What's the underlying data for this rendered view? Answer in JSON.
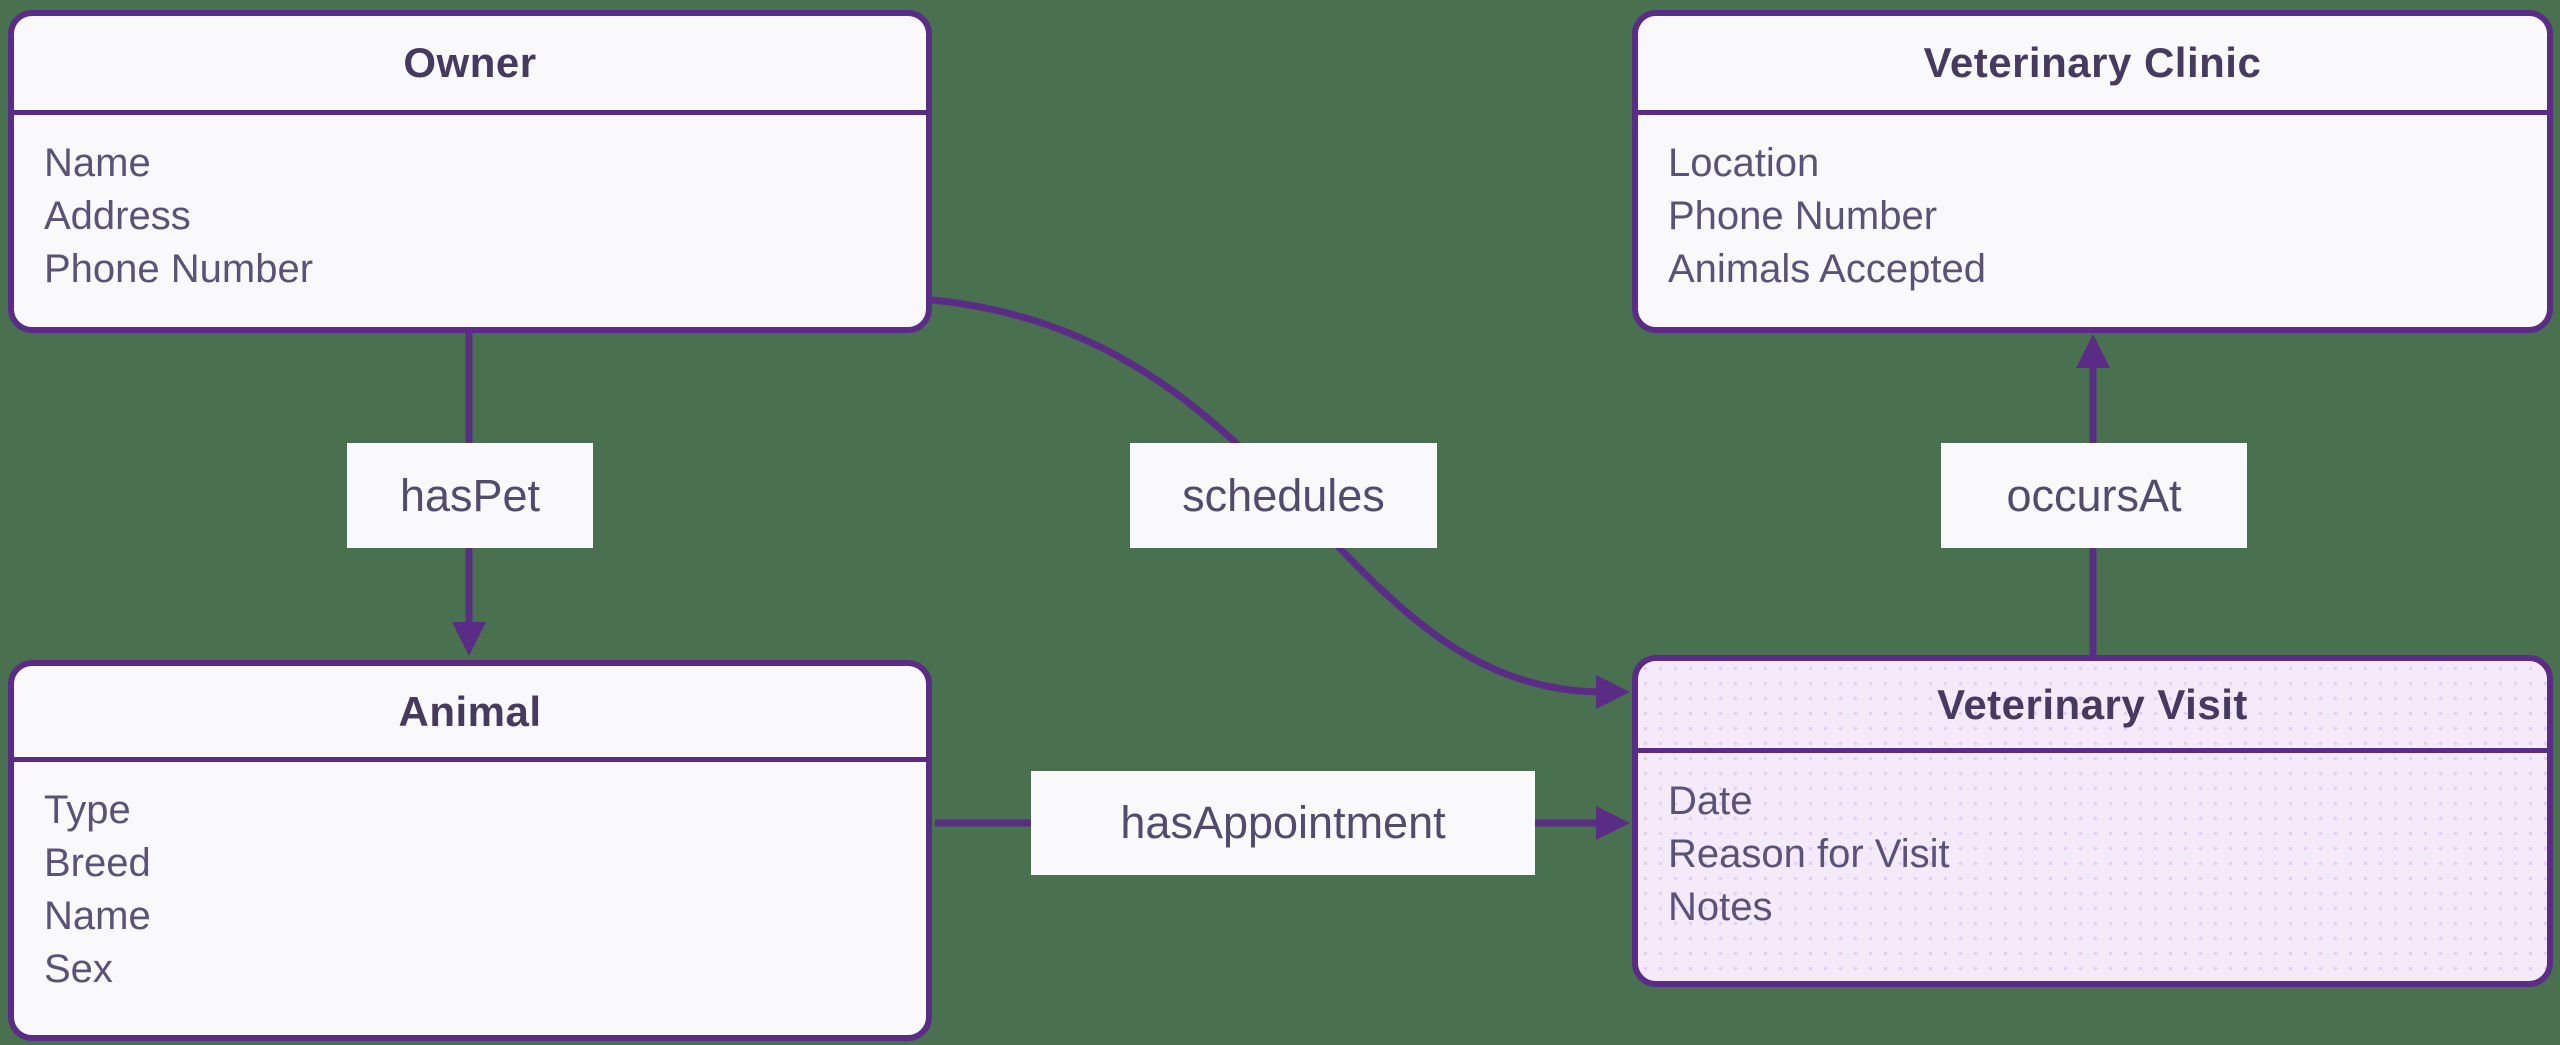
{
  "diagram": {
    "type": "entity-relationship-diagram",
    "colors": {
      "background": "#497150",
      "accent_purple": "#5b2c86",
      "node_fill": "#f9f9fc",
      "highlight_node_fill": "#f4eaf9",
      "title_text": "#463a60",
      "attribute_text": "#5b5278",
      "label_text": "#524b6d"
    },
    "entities": [
      {
        "title": "Owner",
        "attributes": [
          "Name",
          "Address",
          "Phone Number"
        ]
      },
      {
        "title": "Veterinary Clinic",
        "attributes": [
          "Location",
          "Phone Number",
          "Animals Accepted"
        ]
      },
      {
        "title": "Animal",
        "attributes": [
          "Type",
          "Breed",
          "Name",
          "Sex"
        ]
      },
      {
        "title": "Veterinary Visit",
        "attributes": [
          "Date",
          "Reason for Visit",
          "Notes"
        ]
      }
    ],
    "relationships": [
      {
        "label": "hasPet",
        "from": "Owner",
        "to": "Animal"
      },
      {
        "label": "schedules",
        "from": "Owner",
        "to": "Veterinary Visit"
      },
      {
        "label": "occursAt",
        "from": "Veterinary Visit",
        "to": "Veterinary Clinic"
      },
      {
        "label": "hasAppointment",
        "from": "Animal",
        "to": "Veterinary Visit"
      }
    ]
  }
}
